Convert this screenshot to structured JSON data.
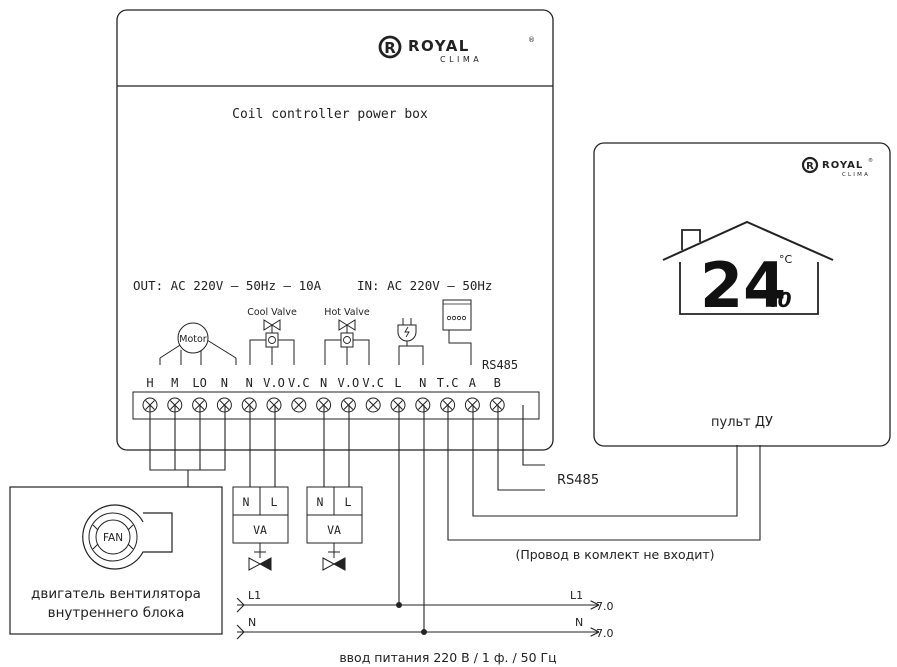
{
  "brand": {
    "name": "ROYAL",
    "sub": "CLIMA",
    "reg": "®"
  },
  "power_box": {
    "title": "Coil controller power box",
    "out_spec": "OUT: AC 220V – 50Hz – 10A",
    "in_spec": "IN: AC 220V – 50Hz",
    "motor_label": "Motor",
    "cool_valve_label": "Cool Valve",
    "hot_valve_label": "Hot Valve",
    "rs485_label": "RS485",
    "terminals": [
      "H",
      "M",
      "LO",
      "N",
      "N",
      "V.O",
      "V.C",
      "N",
      "V.O",
      "V.C",
      "L",
      "N",
      "T.C",
      "A",
      "B"
    ]
  },
  "remote": {
    "label": "пульт ДУ",
    "temp_main": "24",
    "temp_decimal": ".0",
    "temp_unit": "°C"
  },
  "fan": {
    "icon_text": "FAN",
    "caption_line1": "двигатель вентилятора",
    "caption_line2": "внутреннего блока"
  },
  "valves": [
    {
      "n": "N",
      "l": "L",
      "label": "VA"
    },
    {
      "n": "N",
      "l": "L",
      "label": "VA"
    }
  ],
  "wiring": {
    "rs485_label": "RS485",
    "cable_note": "(Провод в комлект не входит)",
    "l1_left": "L1",
    "n_left": "N",
    "l1_right": "L1",
    "n_right": "N",
    "l1_arrow_text": "7.0",
    "n_arrow_text": "7.0",
    "power_caption": "ввод питания 220 В / 1 ф. / 50 Гц"
  }
}
